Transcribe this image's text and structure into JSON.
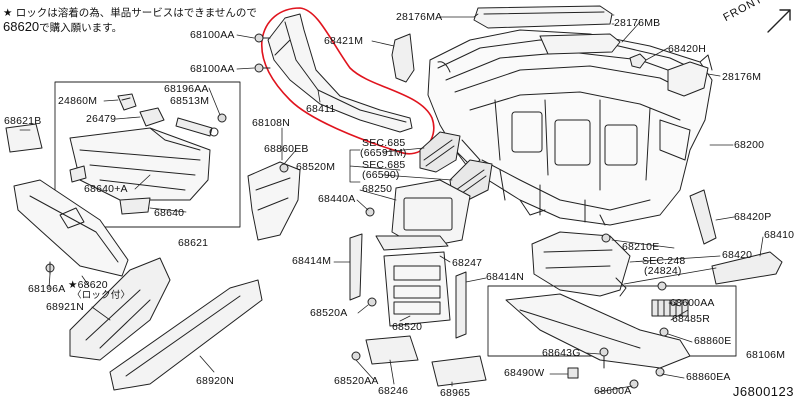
{
  "notice": {
    "line1": "★ ロックは溶着の為、単品サービスはできませんので",
    "line2_part": "68620",
    "line2_text": "で購入願います。"
  },
  "front_label": "FRONT",
  "diagram_id": "J6800123",
  "highlight_color": "#e0141e",
  "labels": {
    "p28176MA": "28176MA",
    "p28176MB": "28176MB",
    "p68420H": "68420H",
    "p28176M": "28176M",
    "p68421M": "68421M",
    "p68100AA_1": "68100AA",
    "p68100AA_2": "68100AA",
    "p68411": "68411",
    "p68196AA": "68196AA",
    "p68513M": "68513M",
    "p24860M": "24860M",
    "p26479": "26479",
    "p68621B": "68621B",
    "p68640A": "68640+A",
    "p68640": "68640",
    "p68621": "68621",
    "p68108N": "68108N",
    "p68860EB": "68860EB",
    "p68520M": "68520M",
    "sec685a_1": "SEC.685",
    "sec685a_2": "(66591M)",
    "sec685b_1": "SEC.685",
    "sec685b_2": "(66590)",
    "p68250": "68250",
    "p68440A": "68440A",
    "p68200": "68200",
    "p68420P": "68420P",
    "p68410": "68410",
    "p68210E": "68210E",
    "p68420": "68420",
    "sec248_1": "SEC.248",
    "sec248_2": "(24824)",
    "p68414M": "68414M",
    "p68247": "68247",
    "p68414N": "68414N",
    "p68196A": "68196A",
    "p68620_1": "★68620",
    "p68620_2": "〈ロック付〉",
    "p68921N": "68921N",
    "p68600AA": "68600AA",
    "p68485R": "68485R",
    "p68520A": "68520A",
    "p68520": "68520",
    "p68860E": "68860E",
    "p68106M": "68106M",
    "p68643G": "68643G",
    "p68860EA": "68860EA",
    "p68490W": "68490W",
    "p68600A": "68600A",
    "p68520AA": "68520AA",
    "p68246": "68246",
    "p68965": "68965",
    "p68920N": "68920N"
  }
}
